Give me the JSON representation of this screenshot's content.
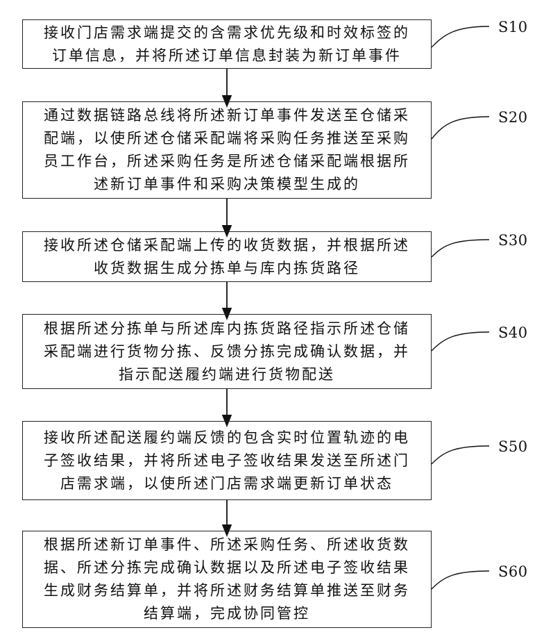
{
  "steps": [
    {
      "label": "S10",
      "lines": [
        "接收门店需求端提交的含需求优先级和时效标签的",
        "订单信息，并将所述订单信息封装为新订单事件"
      ]
    },
    {
      "label": "S20",
      "lines": [
        "通过数据链路总线将所述新订单事件发送至仓储采",
        "配端，以使所述仓储采配端将采购任务推送至采购",
        "员工作台，所述采购任务是所述仓储采配端根据所",
        "述新订单事件和采购决策模型生成的"
      ]
    },
    {
      "label": "S30",
      "lines": [
        "接收所述仓储采配端上传的收货数据，并根据所述",
        "收货数据生成分拣单与库内拣货路径"
      ]
    },
    {
      "label": "S40",
      "lines": [
        "根据所述分拣单与所述库内拣货路径指示所述仓储",
        "采配端进行货物分拣、反馈分拣完成确认数据，并",
        "指示配送履约端进行货物配送"
      ]
    },
    {
      "label": "S50",
      "lines": [
        "接收所述配送履约端反馈的包含实时位置轨迹的电",
        "子签收结果，并将所述电子签收结果发送至所述门",
        "店需求端，以使所述门店需求端更新订单状态"
      ]
    },
    {
      "label": "S60",
      "lines": [
        "根据所述新订单事件、所述采购任务、所述收货数",
        "据、所述分拣完成确认数据以及所述电子签收结果",
        "生成财务结算单，并将所述财务结算单推送至财务",
        "结算端，完成协同管控"
      ]
    }
  ]
}
